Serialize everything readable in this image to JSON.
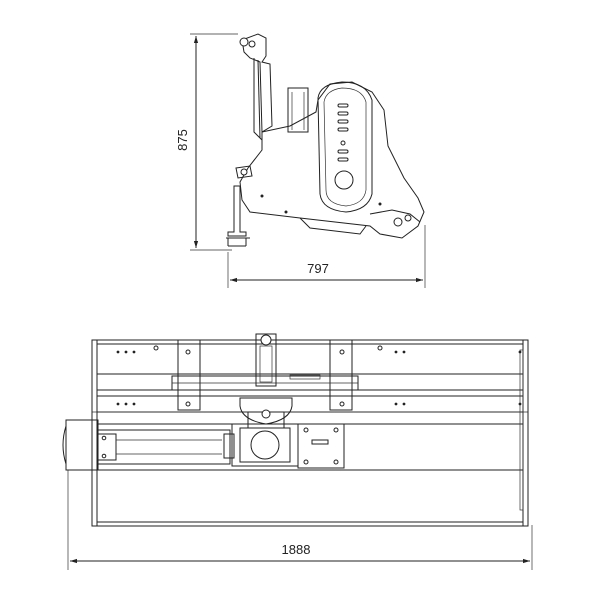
{
  "drawing": {
    "side_view": {
      "height_dimension": "875",
      "width_dimension": "797"
    },
    "top_view": {
      "width_dimension": "1888"
    }
  }
}
